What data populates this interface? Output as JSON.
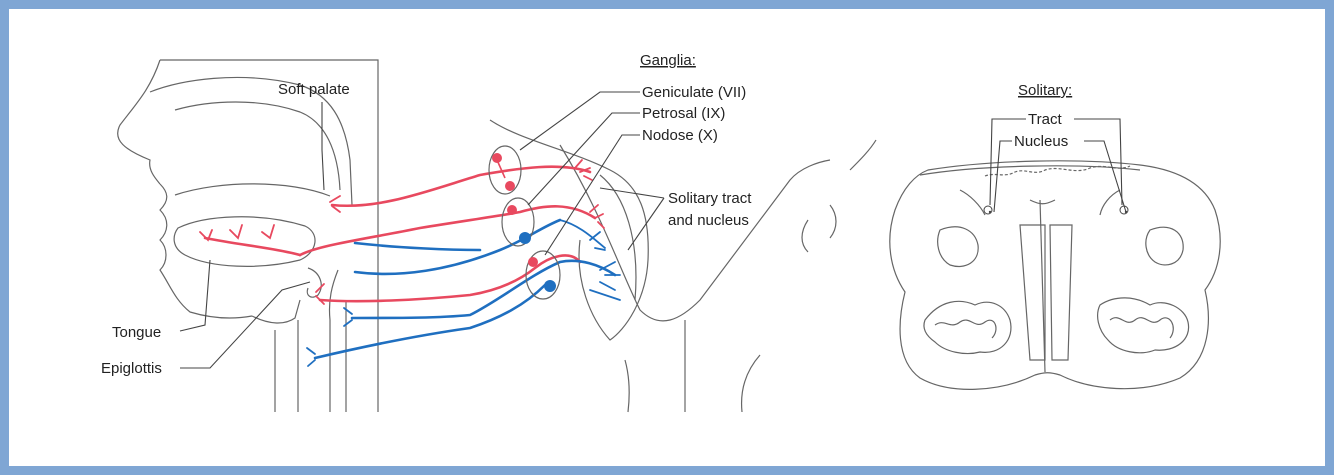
{
  "colors": {
    "frame": "#7fa6d4",
    "taste_fibers_red": "#e8495f",
    "taste_fibers_blue": "#1f6fc0",
    "outline": "#666666"
  },
  "labels": {
    "soft_palate": "Soft palate",
    "tongue": "Tongue",
    "epiglottis": "Epiglottis",
    "ganglia_heading": "Ganglia:",
    "geniculate": "Geniculate (VII)",
    "petrosal": "Petrosal (IX)",
    "nodose": "Nodose (X)",
    "solitary_tract_line1": "Solitary tract",
    "solitary_tract_line2": "and nucleus",
    "solitary_heading": "Solitary:",
    "tract": "Tract",
    "nucleus": "Nucleus"
  }
}
